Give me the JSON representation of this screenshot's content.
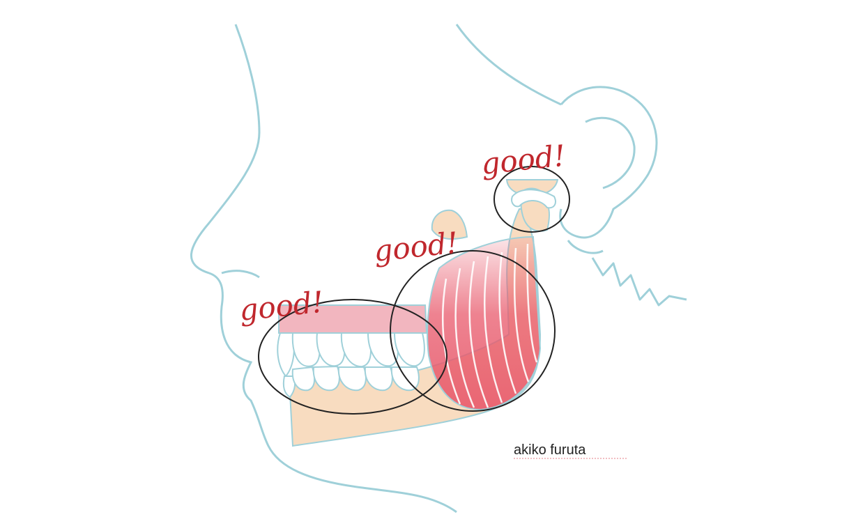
{
  "diagram": {
    "labels": {
      "teeth": "good!",
      "masseter": "good!",
      "tmj": "good!"
    },
    "credit": "akiko furuta"
  },
  "colors": {
    "outline": "#9fd0d9",
    "bone": "#f8dcc0",
    "gum": "#f2b6bf",
    "muscle": "#e8596b",
    "label": "#c0272d",
    "circle": "#222222"
  }
}
